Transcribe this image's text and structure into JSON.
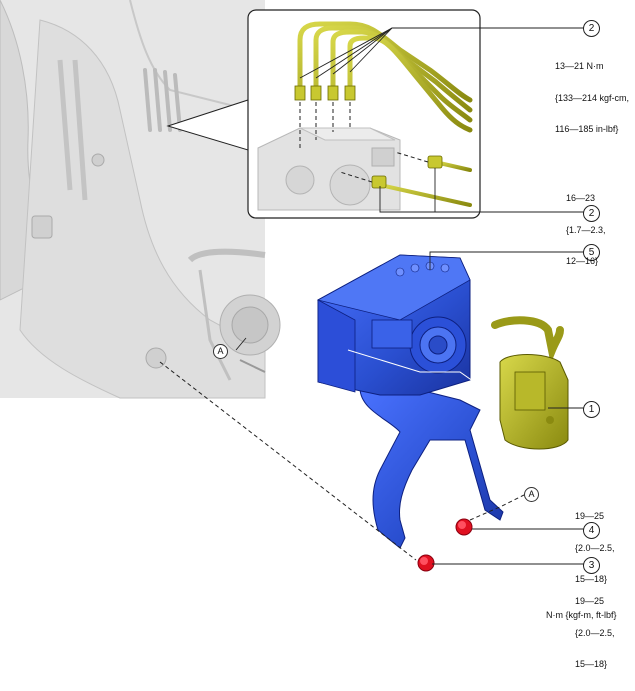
{
  "callouts": {
    "c1": "1",
    "c2a": "2",
    "c2b": "2",
    "c3": "3",
    "c4": "4",
    "c5": "5"
  },
  "reference_marks": {
    "a_vehicle": "A",
    "a_bracket": "A"
  },
  "torque_specs": {
    "brake_pipe_ecu": [
      "13—21 N·m",
      "{133—214 kgf-cm,",
      "116—185 in-lbf}"
    ],
    "brake_pipe_nut": [
      "16—23",
      "{1.7—2.3,",
      "12—16}"
    ],
    "bolt_4": [
      "19—25",
      "{2.0—2.5,",
      "15—18}"
    ],
    "bolt_3": [
      "19—25",
      "{2.0—2.5,",
      "15—18}"
    ]
  },
  "units_note": "N·m {kgf-m, ft-lbf}",
  "colors": {
    "hydraulic_unit": "#2a52d6",
    "brake_pipes": "#b5b51e",
    "sensor": "#a0a020",
    "bolts": "#e01020",
    "vehicle_body": "#e4e4e4"
  }
}
